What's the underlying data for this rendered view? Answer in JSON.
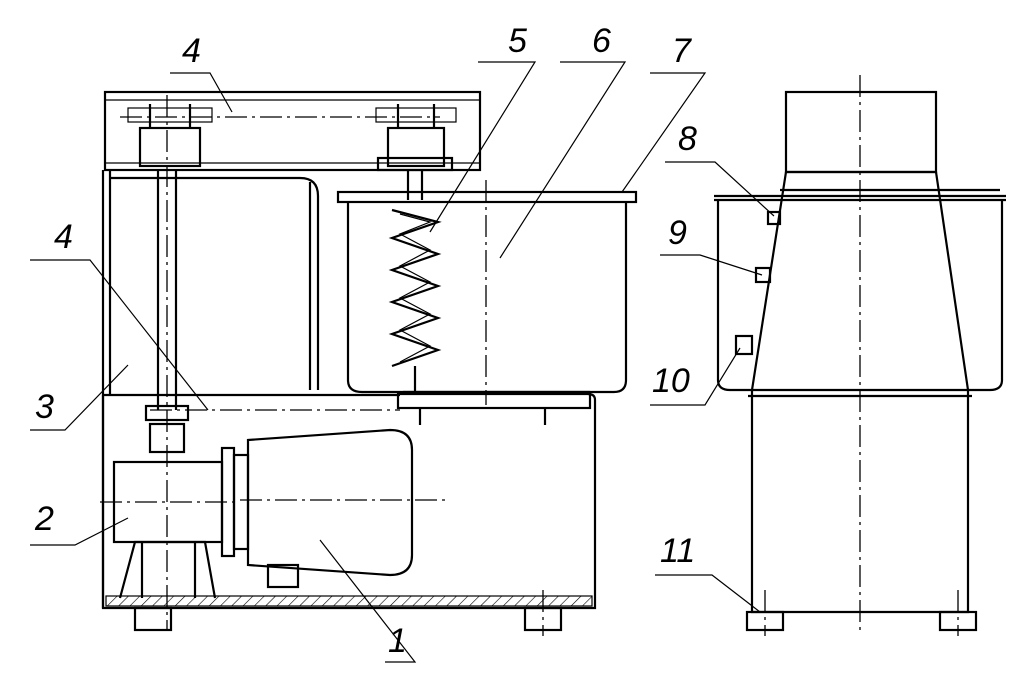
{
  "labels": {
    "l1": "1",
    "l2": "2",
    "l3": "3",
    "l4a": "4",
    "l4b": "4",
    "l5": "5",
    "l6": "6",
    "l7": "7",
    "l8": "8",
    "l9": "9",
    "l10": "10",
    "l11": "11"
  }
}
